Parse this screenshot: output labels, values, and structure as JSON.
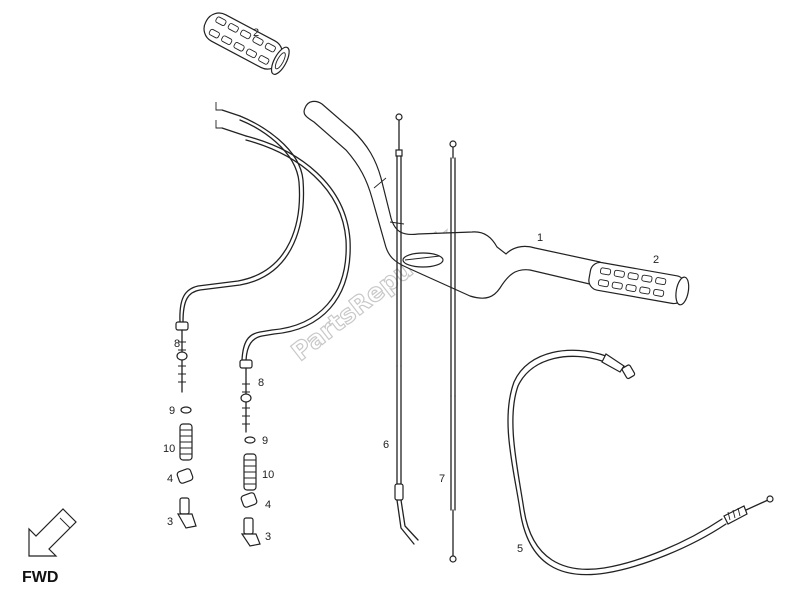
{
  "watermark": "PartsRepublik",
  "fwd_label": "FWD",
  "labels": {
    "handlebar": "1",
    "grip_top": "2",
    "grip_right": "2",
    "clip_left": "3",
    "clip_right": "3",
    "nut_left": "4",
    "nut_right": "4",
    "clutch_cable": "5",
    "cable_6": "6",
    "cable_7": "7",
    "adjuster_left": "8",
    "adjuster_right": "8",
    "washer_left": "9",
    "washer_right": "9",
    "boot_left": "10",
    "boot_right": "10"
  }
}
